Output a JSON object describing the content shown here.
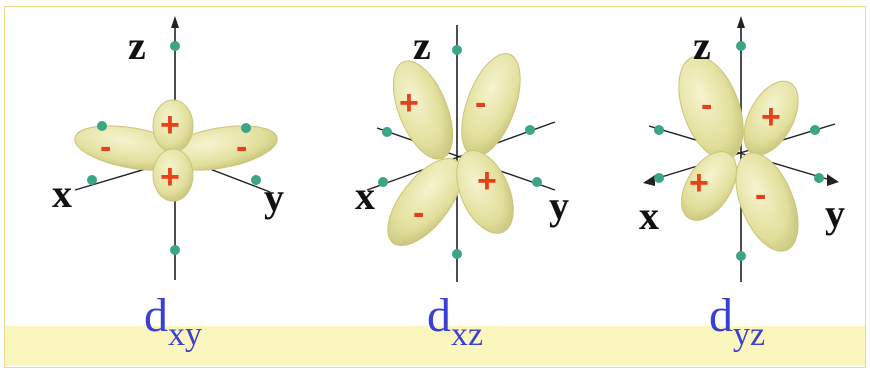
{
  "colors": {
    "lobe_fill": "#e6e3a0",
    "lobe_stroke": "#c9c57a",
    "sign": "#e8401a",
    "title": "#3b3fd4",
    "axis": "#222222",
    "marker": "#3aa587",
    "band": "#fbf5be"
  },
  "panels": [
    {
      "id": "dxy",
      "axes": {
        "z": "z",
        "x": "x",
        "y": "y"
      },
      "title": {
        "main": "d",
        "sub": "xy"
      },
      "signs": [
        "+",
        "+",
        "-",
        "-"
      ]
    },
    {
      "id": "dxz",
      "axes": {
        "z": "z",
        "x": "x",
        "y": "y"
      },
      "title": {
        "main": "d",
        "sub": "xz"
      },
      "signs": [
        "+",
        "-",
        "-",
        "+"
      ]
    },
    {
      "id": "dyz",
      "axes": {
        "z": "z",
        "x": "x",
        "y": "y"
      },
      "title": {
        "main": "d",
        "sub": "yz"
      },
      "signs": [
        "-",
        "+",
        "+",
        "-"
      ]
    }
  ]
}
